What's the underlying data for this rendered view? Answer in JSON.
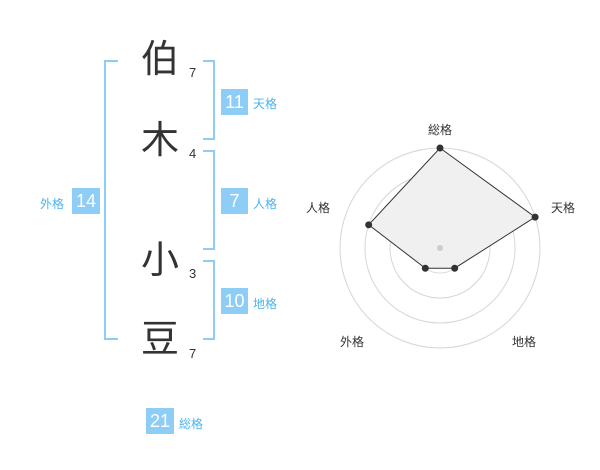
{
  "characters": [
    {
      "char": "伯",
      "strokes": "7"
    },
    {
      "char": "木",
      "strokes": "4"
    },
    {
      "char": "小",
      "strokes": "3"
    },
    {
      "char": "豆",
      "strokes": "7"
    }
  ],
  "fortunes": {
    "tenkaku": {
      "value": "11",
      "label": "天格"
    },
    "jinkaku": {
      "value": "7",
      "label": "人格"
    },
    "chikaku": {
      "value": "10",
      "label": "地格"
    },
    "gaikaku": {
      "value": "14",
      "label": "外格"
    },
    "soukaku": {
      "value": "21",
      "label": "総格"
    }
  },
  "colors": {
    "accent": "#8ecef6",
    "accent_text": "#4ab3ef"
  },
  "radar": {
    "axes": [
      "総格",
      "天格",
      "地格",
      "外格",
      "人格"
    ],
    "levels": 4,
    "values": [
      4,
      4,
      1,
      1,
      3
    ]
  }
}
